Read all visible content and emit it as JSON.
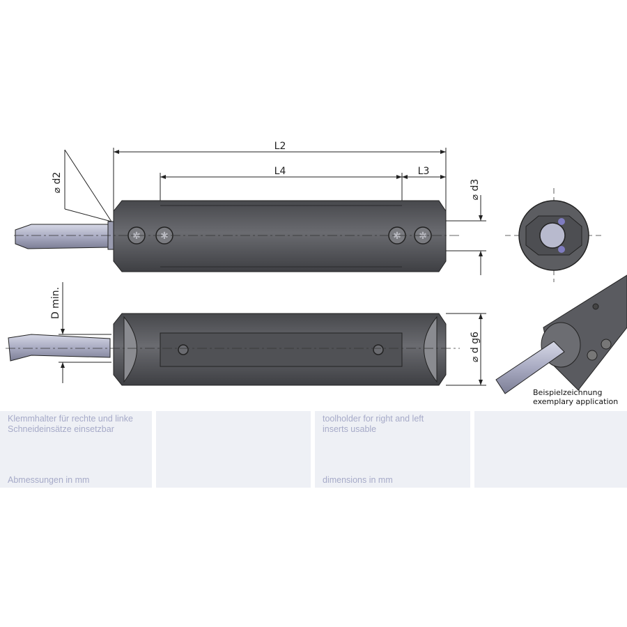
{
  "dimensions": {
    "L2": "L2",
    "L4": "L4",
    "L3": "L3",
    "d2": "⌀ d2",
    "d3": "⌀ d3",
    "Dmin": "D min.",
    "dg6": "⌀ d g6"
  },
  "caption": {
    "de": "Beispielzeichnung",
    "en": "exemplary application"
  },
  "panels": {
    "de_desc": "Klemmhalter für rechte und linke\nSchneideinsätze einsetzbar",
    "de_units": "Abmessungen in mm",
    "en_desc": "toolholder for right and left\ninserts usable",
    "en_units": "dimensions in mm"
  },
  "colors": {
    "body": "#55565a",
    "insert": "#b4b6cc",
    "panel": "#eef0f5",
    "panel_text": "#a6aac8"
  }
}
